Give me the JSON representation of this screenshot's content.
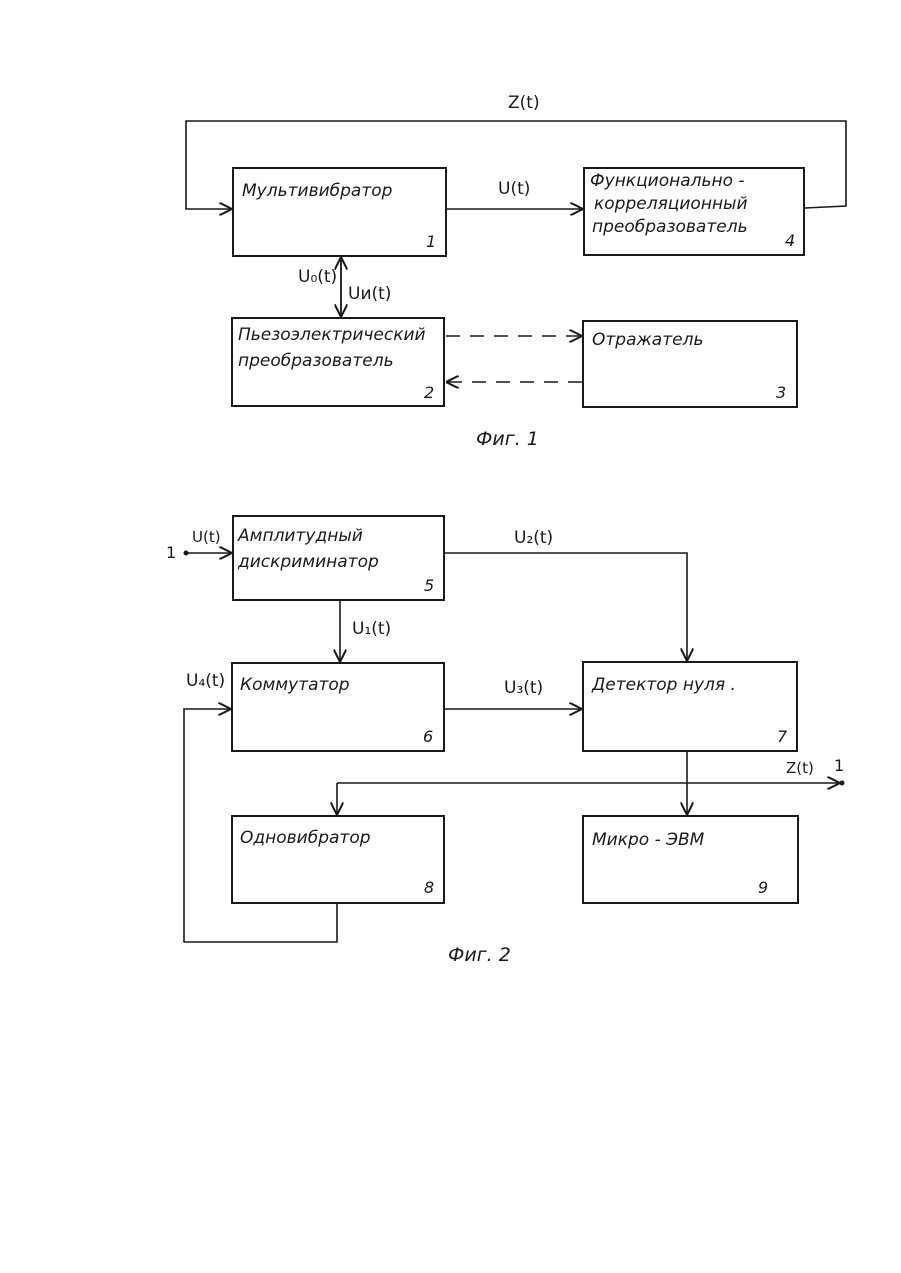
{
  "fig1": {
    "caption": "Фиг. 1",
    "blocks": {
      "multivibrator": {
        "label": "Мультивибратор",
        "number": "1"
      },
      "piezo": {
        "line1": "Пьезоэлектрический",
        "line2": "преобразователь",
        "number": "2"
      },
      "reflector": {
        "label": "Отражатель",
        "number": "3"
      },
      "converter": {
        "line1": "Функционально -",
        "line2": "корреляционный",
        "line3": "преобразователь",
        "number": "4"
      }
    },
    "signals": {
      "z": "Z(t)",
      "u": "U(t)",
      "u0": "U₀(t)",
      "ui": "Uи(t)"
    }
  },
  "fig2": {
    "caption": "Фиг. 2",
    "blocks": {
      "discriminator": {
        "line1": "Амплитудный",
        "line2": "дискриминатор",
        "number": "5"
      },
      "commutator": {
        "label": "Коммутатор",
        "number": "6"
      },
      "zero_detector": {
        "label": "Детектор нуля .",
        "number": "7"
      },
      "one_shot": {
        "label": "Одновибратор",
        "number": "8"
      },
      "micro_computer": {
        "label": "Микро - ЭВМ",
        "number": "9"
      }
    },
    "signals": {
      "input_node": "1",
      "input": "U(t)",
      "u1": "U₁(t)",
      "u2": "U₂(t)",
      "u3": "U₃(t)",
      "u4": "U₄(t)",
      "z_out": "Z(t)",
      "output_node": "1"
    }
  }
}
